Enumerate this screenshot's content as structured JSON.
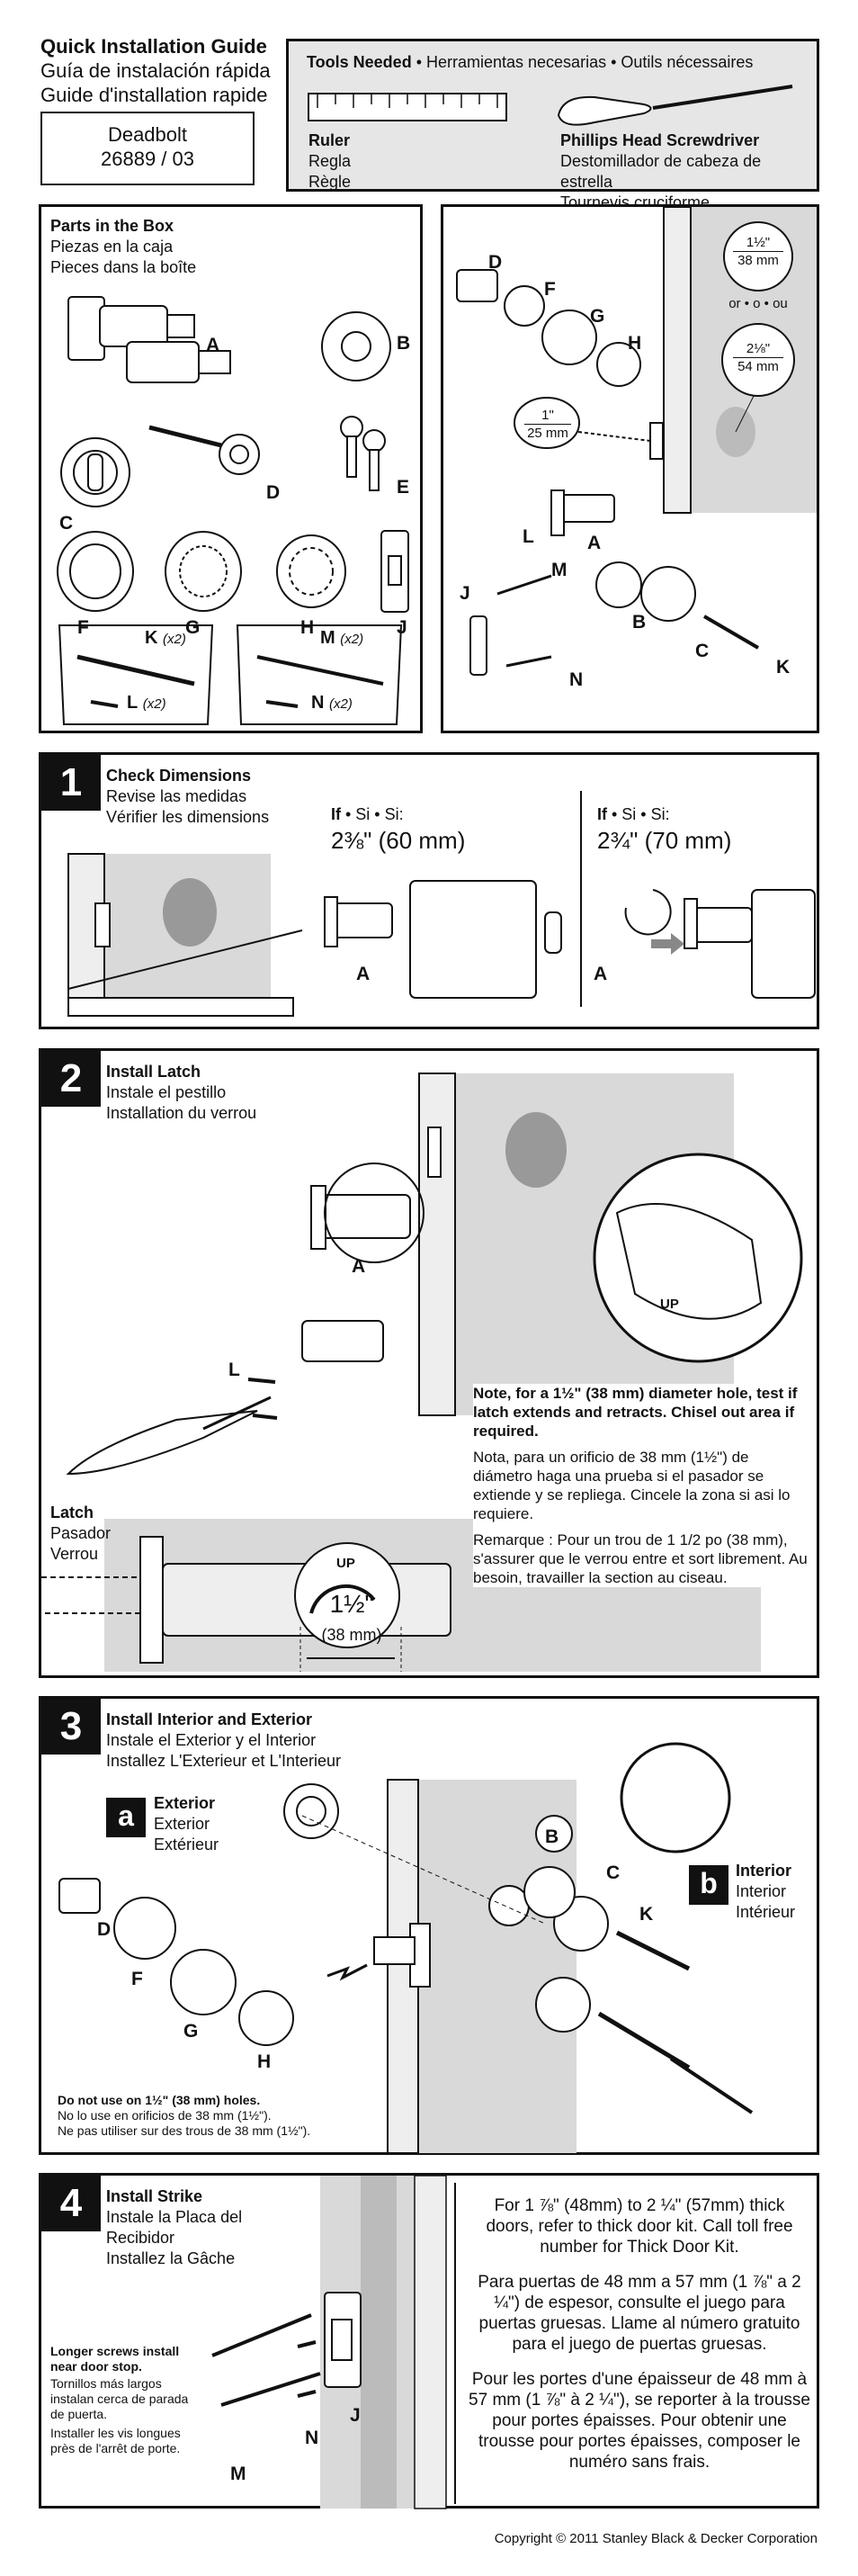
{
  "header": {
    "title_en": "Quick Installation Guide",
    "title_es": "Guía de instalación rápida",
    "title_fr": "Guide d'installation rapide",
    "product": "Deadbolt",
    "model": "26889 / 03"
  },
  "tools": {
    "heading": "Tools Needed",
    "heading_rest": " • Herramientas necesarias • Outils nécessaires",
    "ruler_en": "Ruler",
    "ruler_es": "Regla",
    "ruler_fr": "Règle",
    "screwdriver_en": "Phillips Head Screwdriver",
    "screwdriver_es": "Destomillador de cabeza de estrella",
    "screwdriver_fr": "Tournevis cruciforme"
  },
  "parts": {
    "heading_en": "Parts in the Box",
    "heading_es": "Piezas en la caja",
    "heading_fr": "Pieces dans la boîte",
    "labels": [
      "A",
      "B",
      "C",
      "D",
      "E",
      "F",
      "G",
      "H",
      "J"
    ],
    "k": "K",
    "k_qty": "(x2)",
    "l": "L",
    "l_qty": "(x2)",
    "m": "M",
    "m_qty": "(x2)",
    "n": "N",
    "n_qty": "(x2)"
  },
  "dims": {
    "hole1": "1½\"",
    "hole1_mm": "38 mm",
    "or": "or • o • ou",
    "hole2": "2⅛\"",
    "hole2_mm": "54 mm",
    "backset": "1\"",
    "backset_mm": "25 mm",
    "labels": [
      "D",
      "F",
      "G",
      "H",
      "L",
      "A",
      "B",
      "C",
      "K",
      "J",
      "M",
      "N"
    ]
  },
  "step1": {
    "num": "1",
    "title_en": "Check Dimensions",
    "title_es": "Revise las medidas",
    "title_fr": "Vérifier les dimensions",
    "if_a": "If",
    "if_rest": " • Si • Si:",
    "size_a": "2⅜\" (60 mm)",
    "size_b": "2¾\" (70 mm)",
    "label_a": "A",
    "label_b": "A"
  },
  "step2": {
    "num": "2",
    "title_en": "Install Latch",
    "title_es": "Instale el pestillo",
    "title_fr": "Installation du verrou",
    "label_l": "L",
    "label_a": "A",
    "up": "UP",
    "latch_en": "Latch",
    "latch_es": "Pasador",
    "latch_fr": "Verrou",
    "measure": "1½\"",
    "measure_mm": "(38 mm)",
    "note_en": "Note, for a 1½\" (38 mm) diameter hole, test if latch extends and retracts. Chisel out area if required.",
    "note_es": "Nota, para un orificio de 38 mm (1½\") de diámetro haga una prueba si el pasador se extiende y se repliega. Cincele la zona si asi lo requiere.",
    "note_fr": "Remarque : Pour un trou de 1 1/2 po (38 mm), s'assurer que le verrou entre et sort librement. Au besoin, travailler la section au ciseau."
  },
  "step3": {
    "num": "3",
    "title_en": "Install Interior and Exterior",
    "title_es": "Instale el Exterior y el Interior",
    "title_fr": "Installez L'Exterieur et L'Interieur",
    "ext_tag": "a",
    "ext_en": "Exterior",
    "ext_es": "Exterior",
    "ext_fr": "Extérieur",
    "int_tag": "b",
    "int_en": "Interior",
    "int_es": "Interior",
    "int_fr": "Intérieur",
    "labels": [
      "D",
      "F",
      "G",
      "H",
      "B",
      "C",
      "K"
    ],
    "warn_en": "Do not use on 1½\" (38 mm) holes.",
    "warn_es": "No lo use en orificios de 38 mm (1½\").",
    "warn_fr": "Ne pas utiliser sur des trous de 38 mm (1½\")."
  },
  "step4": {
    "num": "4",
    "title_en": "Install Strike",
    "title_es1": "Instale la Placa del",
    "title_es2": "Recibidor",
    "title_fr": "Installez la Gâche",
    "screws_en1": "Longer screws install",
    "screws_en2": "near door stop.",
    "screws_es": "Tornillos más largos instalan cerca de parada de puerta.",
    "screws_fr": "Installer les vis longues près de l'arrêt de porte.",
    "label_m": "M",
    "label_n": "N",
    "label_j": "J",
    "thick_en": "For 1 ⅞\" (48mm) to 2 ¼\"  (57mm) thick doors, refer to thick door kit. Call toll free number for Thick Door Kit.",
    "thick_es": "Para puertas de 48 mm a 57 mm (1 ⅞\" a 2 ¼\") de espesor, consulte el juego para puertas gruesas. Llame al número gratuito para el juego de puertas gruesas.",
    "thick_fr": "Pour les portes d'une épaisseur de  48 mm à 57 mm (1 ⅞\" à 2 ¼\"), se reporter à la trousse pour portes épaisses. Pour obtenir une trousse pour portes épaisses, composer le numéro sans frais."
  },
  "footer": {
    "copyright": "Copyright © 2011 Stanley Black & Decker Corporation"
  }
}
